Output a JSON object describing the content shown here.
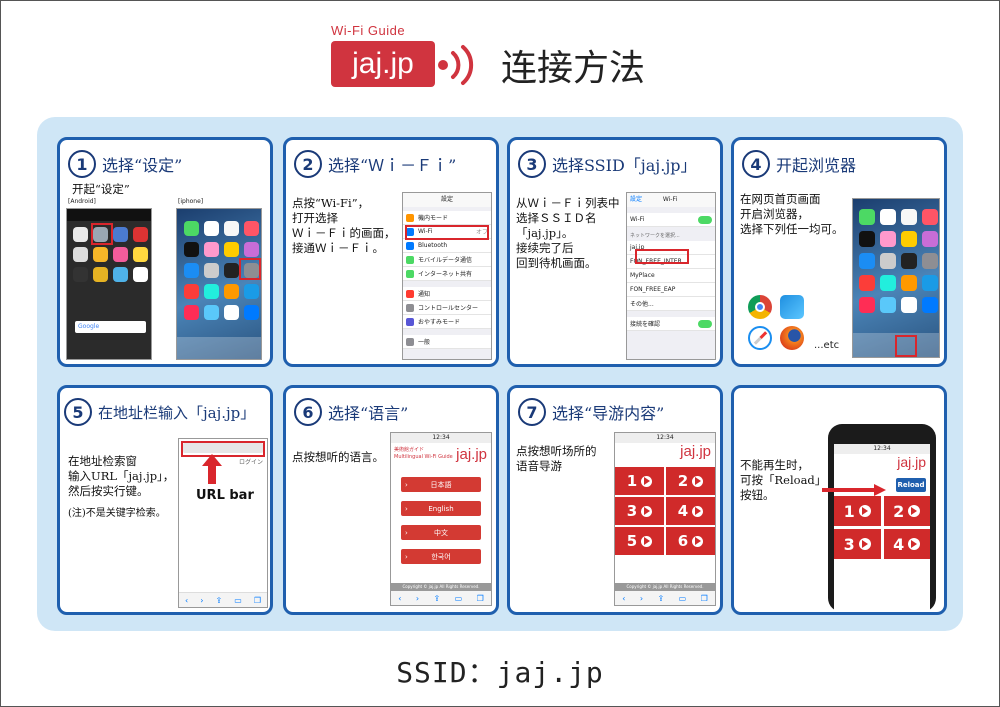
{
  "header": {
    "logo_caption": "Wi-Fi Guide",
    "logo_text": "jaj.jp",
    "title": "连接方法"
  },
  "steps": [
    {
      "num": "1",
      "title": "选择“设定”",
      "desc": "开起“设定”",
      "label_android": "[Android]",
      "label_iphone": "[iphone]",
      "google_label": "Google"
    },
    {
      "num": "2",
      "title": "选择“Ｗｉ－Ｆｉ”",
      "desc": "点按“Wi-Fi”，\n打开选择\nＷｉ－Ｆｉ的画面，\n接通Ｗｉ－Ｆｉ。",
      "screen_title": "設定",
      "rows": [
        "機内モード",
        "Wi-Fi",
        "Bluetooth",
        "モバイルデータ通信",
        "インターネット共有",
        "通知",
        "コントロールセンター",
        "おやすみモード",
        "一般"
      ],
      "wifi_value": "オフ"
    },
    {
      "num": "3",
      "title": "选择SSID「jaj.jp」",
      "desc": "从Ｗｉ－Ｆｉ列表中\n选择ＳＳＩＤ名\n「jaj.jp」。\n接续完了后\n回到待机画面。",
      "back_label": "設定",
      "screen_title": "Wi-Fi",
      "wifi_row": "Wi-Fi",
      "network_header": "ネットワークを選択...",
      "networks": [
        "jaj.jp",
        "FON_FREE_INTER...",
        "MyPlace",
        "FON_FREE_EAP"
      ],
      "other_label": "その他...",
      "ask_label": "接続を確認"
    },
    {
      "num": "4",
      "title": "开起浏览器",
      "desc": "在网页首页画面\n开启浏览器，\n选择下列任一均可。",
      "etc": "...etc"
    },
    {
      "num": "5",
      "title": "在地址栏输入「jaj.jp」",
      "desc": "在地址检索窗\n输入URL「jaj.jp」，\n然后按实行键。",
      "note": "(注)不是关键字检索。",
      "url_bar_label": "URL bar",
      "tab1": "ログイン"
    },
    {
      "num": "6",
      "title": "选择“语言”",
      "desc": "点按想听的语言。",
      "time": "12:34",
      "site_caption": "美術館ガイド",
      "site_sub": "Multilingual Wi-Fi Guide",
      "logo": "jaj.jp",
      "languages": [
        "日本語",
        "English",
        "中文",
        "한국어"
      ],
      "copyright": "Copyright © jaj.jp All Rights Reserved."
    },
    {
      "num": "7",
      "title": "选择“导游内容”",
      "desc": "点按想听场所的\n语音导游",
      "time": "12:34",
      "logo": "jaj.jp",
      "tiles": [
        "1",
        "2",
        "3",
        "4",
        "5",
        "6"
      ],
      "copyright": "Copyright © jaj.jp All Rights Reserved."
    },
    {
      "desc": "不能再生时，\n可按「Reload」\n按钮。",
      "time": "12:34",
      "logo": "jaj.jp",
      "reload": "Reload",
      "tiles": [
        "1",
        "2",
        "3",
        "4"
      ]
    }
  ],
  "footer": {
    "ssid": "SSID：jaj.jp"
  },
  "colors": {
    "brand_red": "#d0343f",
    "panel_blue": "#cfe6f6",
    "card_border": "#1f5fae"
  }
}
